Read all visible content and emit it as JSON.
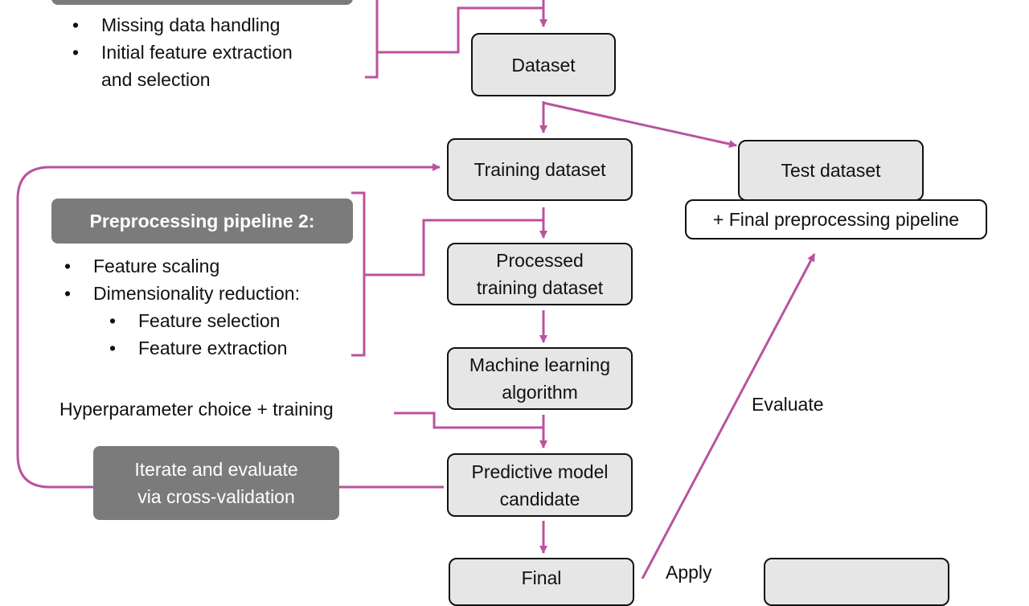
{
  "pipeline1": {
    "items": [
      "Missing data handling",
      "Initial feature extraction\nand selection"
    ]
  },
  "pipeline2": {
    "title": "Preprocessing pipeline 2:",
    "items": [
      "Feature scaling",
      "Dimensionality reduction:",
      "Feature selection",
      "Feature extraction"
    ]
  },
  "nodes": {
    "dataset": "Dataset",
    "training_dataset": "Training dataset",
    "test_dataset": "Test dataset",
    "final_preprocessing": "+ Final preprocessing pipeline",
    "processed_training": "Processed\ntraining dataset",
    "ml_algorithm": "Machine learning\nalgorithm",
    "predictive_candidate": "Predictive model\ncandidate",
    "final_model_partial": "Final",
    "iterate": "Iterate and evaluate\nvia cross-validation"
  },
  "labels": {
    "hyperparameter": "Hyperparameter choice + training",
    "evaluate": "Evaluate",
    "apply": "Apply"
  },
  "colors": {
    "accent": "#b9539f",
    "box_fill": "#e6e6e6",
    "dark_box": "#7b7b7b"
  }
}
